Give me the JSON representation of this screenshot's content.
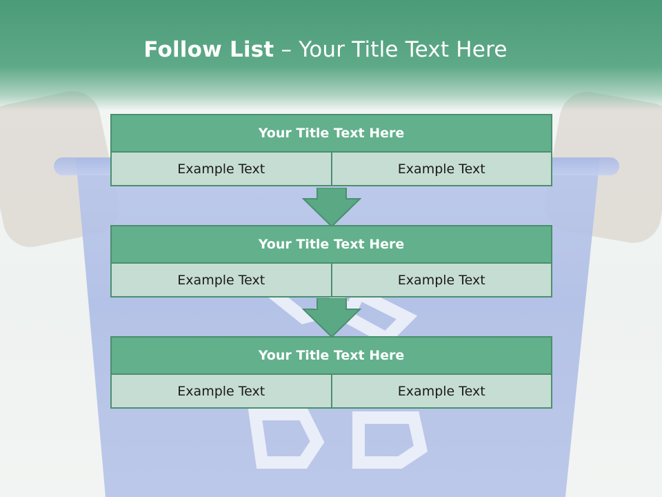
{
  "slide": {
    "title_bold": "Follow List",
    "title_rest": " – Your Title Text Here"
  },
  "blocks": [
    {
      "title": "Your Title Text Here",
      "cells": [
        "Example Text",
        "Example Text"
      ]
    },
    {
      "title": "Your Title Text Here",
      "cells": [
        "Example Text",
        "Example Text"
      ]
    },
    {
      "title": "Your Title Text Here",
      "cells": [
        "Example Text",
        "Example Text"
      ]
    }
  ],
  "colors": {
    "header_green": "#4b9b78",
    "block_title_fill": "#62b08c",
    "block_cell_fill": "#c6ddd3",
    "border": "#4a8f6f",
    "arrow": "#5aa884"
  },
  "background": {
    "icon": "recycle-icon"
  }
}
